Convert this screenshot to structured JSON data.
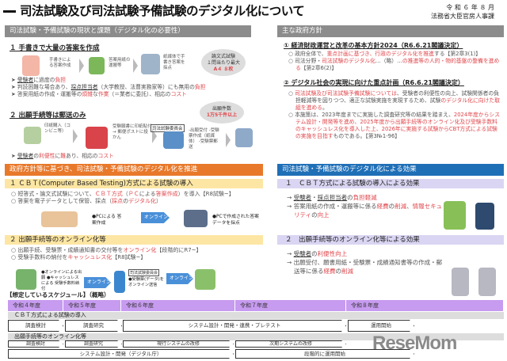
{
  "header": {
    "title": "司法試験及び司法試験予備試験のデジタル化について",
    "date": "令 和 ６ 年 ８ 月",
    "org": "法務省大臣官房人事課"
  },
  "left": {
    "section_title": "司法試験・予備試験の現状と課題（デジタル化の必要性）",
    "item1": {
      "heading": "１ 手書きで大量の答案を作成",
      "steps": [
        "手書きによる答案作成",
        "答案用紙の運搬等",
        "紙媒体で手書き答案を採点"
      ],
      "bubble": [
        "論文式試験",
        "１問当たり最大"
      ],
      "bubble_em": "A４ ８枚",
      "bullets": [
        [
          {
            "t": "受験者",
            "c": "u"
          },
          {
            "t": "に過度の"
          },
          {
            "t": "負担",
            "c": "red"
          }
        ],
        [
          {
            "t": "判読困難な場合あり、"
          },
          {
            "t": "採点担当者",
            "c": "u"
          },
          {
            "t": "（大学教授、法曹実務家等）にも無用の"
          },
          {
            "t": "負担",
            "c": "red"
          }
        ],
        [
          {
            "t": "答案用紙の作成・運搬等の"
          },
          {
            "t": "煩雑",
            "c": "red"
          },
          {
            "t": "な"
          },
          {
            "t": "作業",
            "c": "red"
          },
          {
            "t": "（＝業者に委託）、相応の"
          },
          {
            "t": "コスト",
            "c": "red"
          }
        ]
      ]
    },
    "item2": {
      "heading": "２ 出願手続等は郵送のみ",
      "steps": [
        "印紙購入（コンビニ等）",
        "受験願書に印紙貼付 → 郵便ポストに投かん",
        "-出願受付 -受験票作成（紙媒体） -受験票郵送"
      ],
      "committee": "司法試験委員会",
      "bubble": "出願件数",
      "bubble_em": "1万5千件以上",
      "bullets": [
        [
          {
            "t": "受験者",
            "c": "u"
          },
          {
            "t": "の"
          },
          {
            "t": "利便性",
            "c": "red"
          },
          {
            "t": "に"
          },
          {
            "t": "難",
            "c": "red"
          },
          {
            "t": "あり、相応の"
          },
          {
            "t": "コスト",
            "c": "red"
          }
        ]
      ]
    }
  },
  "right": {
    "section_title": "主な政府方針",
    "policy1": {
      "heading": "① 経済財政運営と改革の基本方針2024（R6.6.21閣議決定）",
      "bullets": [
        [
          {
            "t": "政府全体で、"
          },
          {
            "t": "重点計画に基づき、行政のデジタル化を推進",
            "c": "red"
          },
          {
            "t": "する【第2章3(1)】"
          }
        ],
        [
          {
            "t": "司法分野・"
          },
          {
            "t": "司法試験のデジタル化",
            "c": "red"
          },
          {
            "t": "…（略）…"
          },
          {
            "t": "の推進等の人的・物的基盤の整備を進める",
            "c": "red"
          },
          {
            "t": "【第2章6(2)】"
          }
        ]
      ]
    },
    "policy2": {
      "heading": "② デジタル社会の実現に向けた重点計画（R6.6.21閣議決定）",
      "bullets": [
        [
          {
            "t": "司法試験及び司法試験予備試験については",
            "c": "red"
          },
          {
            "t": "、受験者の利便性の向上、試験関係者の負担軽減等を図りつつ、適正な試験実施を実現するため、試験"
          },
          {
            "t": "のデジタル化に向けた取組を進める",
            "c": "red"
          },
          {
            "t": "。"
          }
        ],
        [
          {
            "t": "本施策は、2023年度までに実施した調査研究等の結果を踏まえ、"
          },
          {
            "t": "2024年度からシステム設計・開発等を進め、2025年度から出願手続等のオンライン化及び受験手数料のキャッシュレス化を導入した上、2026年に実施する試験からCBT方式による試験の実施を目指す",
            "c": "red"
          },
          {
            "t": "ものである。【第3№1-96】"
          }
        ]
      ]
    }
  },
  "promote": {
    "section_title": "政府方針等に基づき、司法試験・予備試験のデジタル化を推進",
    "cbt": {
      "heading": "１ ＣＢＴ(Computer Based Testing)方式による試験の導入",
      "bullets": [
        [
          {
            "t": "短答式・論文式試験について、"
          },
          {
            "t": "ＣＢＴ方式",
            "c": "red"
          },
          {
            "t": "（"
          },
          {
            "t": "ＰＣ",
            "c": "red"
          },
          {
            "t": "による"
          },
          {
            "t": "答案作成",
            "c": "red"
          },
          {
            "t": "）を導入【R8試験~】"
          }
        ],
        [
          {
            "t": "答案を電子データとして保管、採点（"
          },
          {
            "t": "採点",
            "c": "red"
          },
          {
            "t": "の"
          },
          {
            "t": "デジタル化",
            "c": "red"
          },
          {
            "t": "）"
          }
        ]
      ],
      "note1": "●PCによる 答案作成",
      "online": "オンライン",
      "note2": "●PCで作成された答案 データを採点"
    },
    "online": {
      "heading": "２ 出願手続等のオンライン化等",
      "bullets": [
        [
          {
            "t": "出願手続、受験票・成績通知書の交付等を"
          },
          {
            "t": "オンライン化",
            "c": "red"
          },
          {
            "t": "【段階的にR7~】"
          }
        ],
        [
          {
            "t": "受験手数料の納付を"
          },
          {
            "t": "キャッシュレス化",
            "c": "red"
          },
          {
            "t": "【R8試験~】"
          }
        ]
      ],
      "note1": "●オンラインによる出願 ●キャッシュレスによる 受験手数料納付",
      "online": "オンライン",
      "committee": "司法試験委員会",
      "note2": "●受験票(データ)を オンライン送信"
    }
  },
  "effects": {
    "section_title": "司法試験・予備試験のデジタル化による効果",
    "e1": {
      "heading": "１　ＣＢＴ方式による試験の導入による効果",
      "bullets": [
        [
          {
            "t": "受験者",
            "c": "u"
          },
          {
            "t": "・"
          },
          {
            "t": "採点担当者",
            "c": "u"
          },
          {
            "t": "の"
          },
          {
            "t": "負担軽減",
            "c": "red"
          }
        ],
        [
          {
            "t": "答案用紙の作成・運搬等に係る"
          },
          {
            "t": "経費",
            "c": "red"
          },
          {
            "t": "の"
          },
          {
            "t": "削減",
            "c": "red"
          },
          {
            "t": "、"
          },
          {
            "t": "情報セキュリティ",
            "c": "red"
          },
          {
            "t": "の"
          },
          {
            "t": "向上",
            "c": "red"
          }
        ]
      ]
    },
    "e2": {
      "heading": "２　出願手続等のオンライン化等による効果",
      "bullets": [
        [
          {
            "t": "受験者",
            "c": "u"
          },
          {
            "t": "の"
          },
          {
            "t": "利便性向上",
            "c": "red"
          }
        ],
        [
          {
            "t": "出願受付、願書用紙・受験票・成績通知書等の作成・郵送等に係る"
          },
          {
            "t": "経費",
            "c": "red"
          },
          {
            "t": "の"
          },
          {
            "t": "削減",
            "c": "red"
          }
        ]
      ]
    }
  },
  "schedule": {
    "title": "【想定しているスケジュール】（概略）",
    "years": [
      "令和４年度",
      "令和５年度",
      "令和６年度",
      "令和７年度",
      "令和８年度"
    ],
    "cbt_label": "ＣＢＴ方式による試験の導入",
    "cbt_phases": [
      "調査検討",
      "調査研究",
      "システム設計・開発・連携・プレテスト",
      "運用開始"
    ],
    "online_label": "出願手続等のオンライン化等",
    "online_phases": [
      "調査検討",
      "調査研究",
      "現行システムの改修",
      "次期システムの改修"
    ],
    "online_phases2": [
      "システム設計・開発（デジタル庁）",
      "段階的に運用開始"
    ]
  },
  "watermark": "ReseMom",
  "colors": {
    "red": "#e0474c",
    "orange": "#e8792b",
    "blue": "#1f6fb7",
    "gray": "#8c8c8c",
    "yellow": "#fde6a3",
    "lavender": "#d9d5f2",
    "purple": "#c79bf0"
  }
}
